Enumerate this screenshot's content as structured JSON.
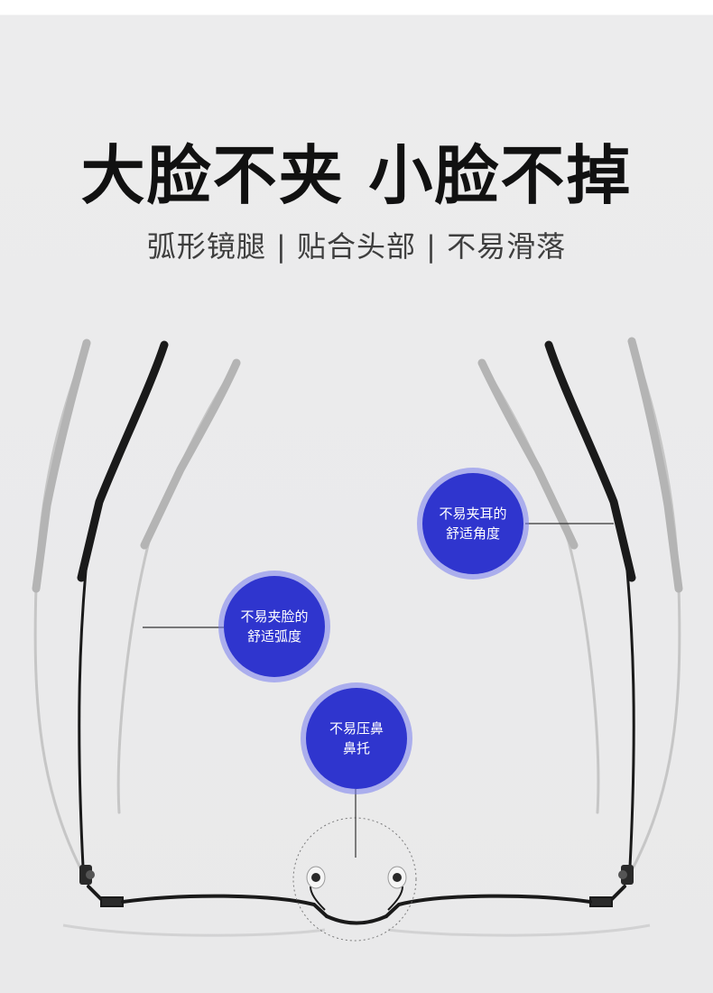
{
  "headline": "大脸不夹 小脸不掉",
  "subline": "弧形镜腿 | 贴合头部 | 不易滑落",
  "badges": {
    "ear": {
      "line1": "不易夹耳的",
      "line2": "舒适角度"
    },
    "face": {
      "line1": "不易夹脸的",
      "line2": "舒适弧度"
    },
    "nose": {
      "line1": "不易压鼻",
      "line2": "鼻托"
    }
  },
  "colors": {
    "background": "#e9e9ea",
    "badge": "#2f35ce",
    "badge_ring": "#767cee",
    "frame": "#1a1a1a",
    "ghost_temple": "#b3b3b3"
  },
  "icons": {
    "pointer_lines": "leader-line",
    "nose_pad_detail": "dotted-magnifier-circle"
  }
}
